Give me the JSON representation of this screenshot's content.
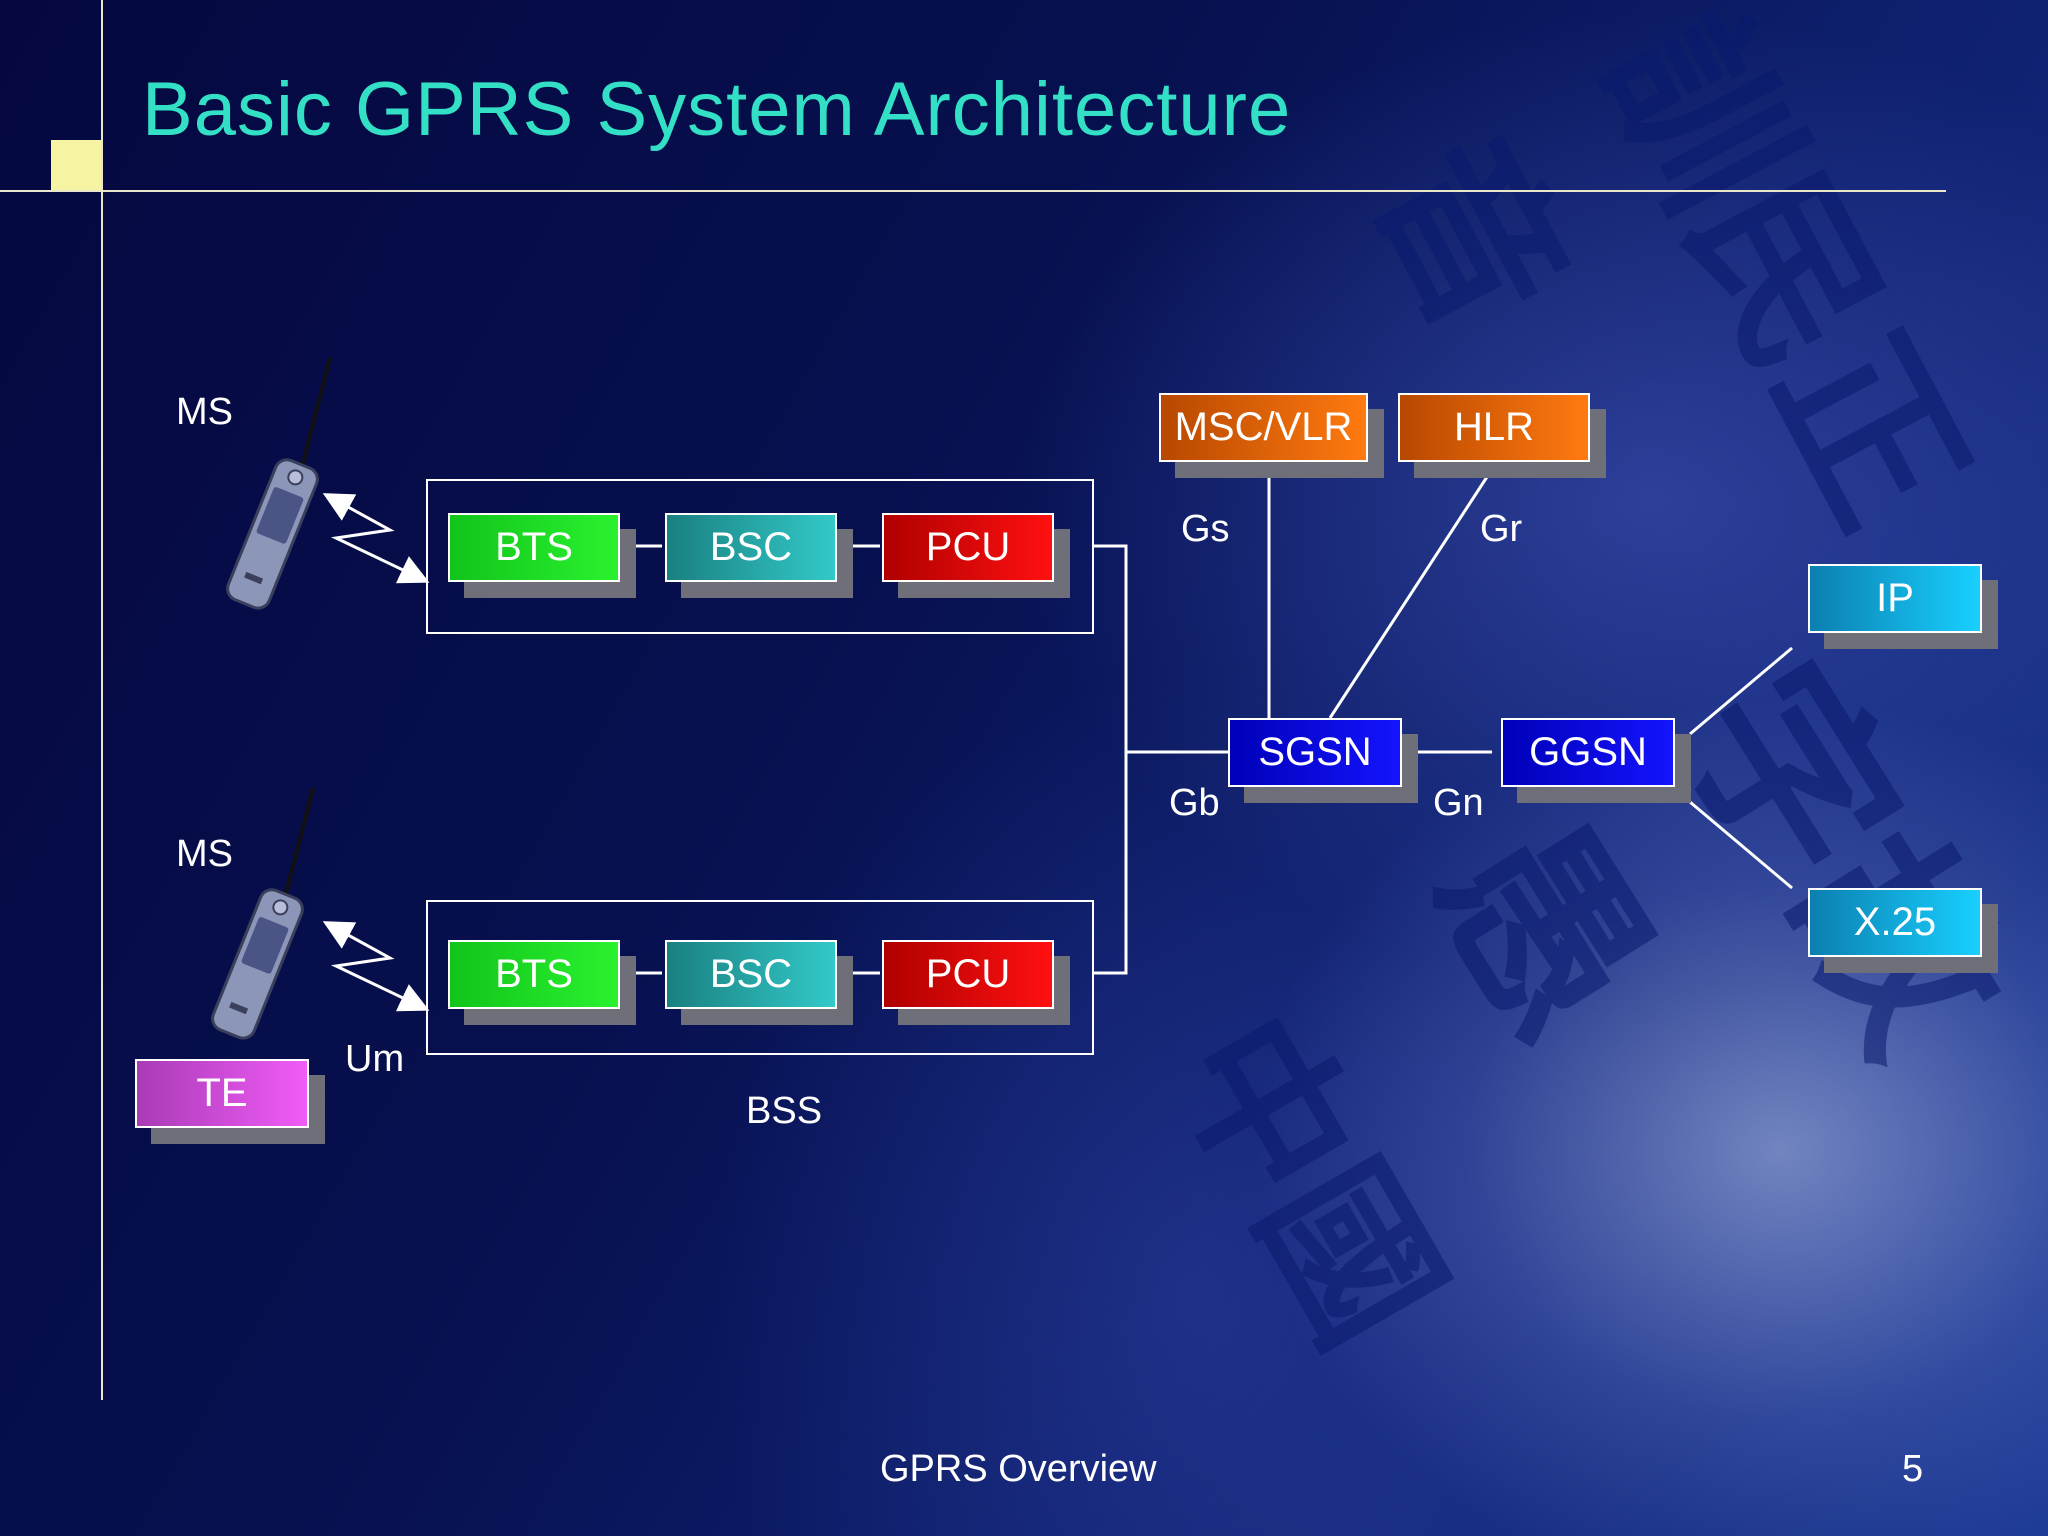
{
  "slide": {
    "title": "Basic GPRS System Architecture",
    "footer": "GPRS Overview",
    "page_number": "5"
  },
  "labels": {
    "ms_top": "MS",
    "ms_bottom": "MS",
    "gs": "Gs",
    "gr": "Gr",
    "gb": "Gb",
    "gn": "Gn",
    "um": "Um",
    "bss": "BSS"
  },
  "nodes": {
    "bts_top": "BTS",
    "bsc_top": "BSC",
    "pcu_top": "PCU",
    "bts_bottom": "BTS",
    "bsc_bottom": "BSC",
    "pcu_bottom": "PCU",
    "msc_vlr": "MSC/VLR",
    "hlr": "HLR",
    "sgsn": "SGSN",
    "ggsn": "GGSN",
    "ip": "IP",
    "x25": "X.25",
    "te": "TE"
  },
  "colors": {
    "title": "#33e0c6",
    "background": "#06094a",
    "bts": "#22e022",
    "bsc": "#2fb0b0",
    "pcu": "#e00000",
    "msc_hlr": "#ef6a0a",
    "sgsn_ggsn": "#0a0ae8",
    "ip_x25": "#12b0e0",
    "te": "#e052ec"
  },
  "icons": [
    "mobile-phone-icon",
    "radio-link-icon"
  ]
}
